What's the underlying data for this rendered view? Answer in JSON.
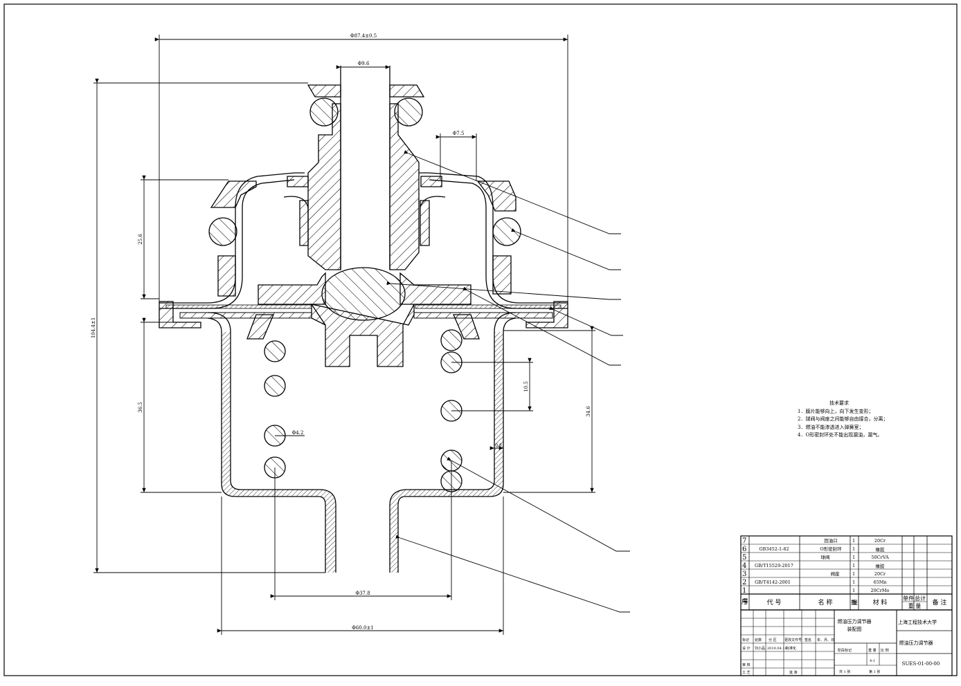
{
  "dimensions": {
    "top_width": "Φ87.4±0.5",
    "stem_dia": "Φ9.6",
    "small_dia": "Φ7.5",
    "total_height": "104.4±1",
    "upper_height": "25.6",
    "lower_height": "36.5",
    "spring_height": "34.6",
    "pitch": "10.5",
    "wire_dia": "Φ4.2",
    "wall": "0.8",
    "spring_outer": "Φ37.8",
    "bottom_width": "Φ60.0±1"
  },
  "tech_requirements": {
    "title": "技术要求",
    "items": [
      "1．膜片能够向上，向下发生变形；",
      "2．球阀与阀座之间能够自由接合，分离；",
      "3．燃油不能渗透进入弹簧室；",
      "4．O形密封环处不能出现漏油，漏气。"
    ]
  },
  "bom": {
    "rows": [
      {
        "no": "7",
        "code": "",
        "name": "回油口",
        "qty": "1",
        "material": "20Cr"
      },
      {
        "no": "6",
        "code": "GB3452-1-82",
        "name": "O形密封环",
        "qty": "1",
        "material": "橡胶"
      },
      {
        "no": "5",
        "code": "",
        "name": "球阀",
        "qty": "1",
        "material": "50CrVA"
      },
      {
        "no": "4",
        "code": "GB/T15529-2017",
        "name": "",
        "qty": "1",
        "material": "橡胶"
      },
      {
        "no": "3",
        "code": "",
        "name": "阀座",
        "qty": "1",
        "material": "20Cr"
      },
      {
        "no": "2",
        "code": "GB/T4142-2001",
        "name": "",
        "qty": "1",
        "material": "65Mn"
      },
      {
        "no": "1",
        "code": "",
        "name": "",
        "qty": "1",
        "material": "20CrMo"
      }
    ],
    "header": {
      "no": "序号",
      "code": "代  号",
      "name": "名  称",
      "qty": "数量",
      "material": "材  料",
      "unit_weight": "单件",
      "total_weight": "总计",
      "weight": "重  量",
      "remark": "备  注"
    }
  },
  "title_block": {
    "drawing_name": "燃油压力调节器",
    "drawing_type": "装配图",
    "school": "上海工程技术大学",
    "product": "燃油压力调节器",
    "drawing_no": "SUES-01-00-00",
    "scale": "4:1",
    "labels": {
      "mark": "标记",
      "count": "处数",
      "zone": "分 区",
      "change_doc": "更改文件号",
      "sign": "签名",
      "date": "年、月、日",
      "design": "设 计",
      "designer": "刘小品",
      "design_date": "2019.04.18",
      "standard": "标准化",
      "stage": "阶段标记",
      "weight": "重 量",
      "ratio": "比 例",
      "review": "审 核",
      "process": "工 艺",
      "approve": "批 准",
      "total": "共  1  张",
      "sheet": "第 1 张"
    }
  },
  "colors": {
    "line": "#000000",
    "paper": "#ffffff"
  }
}
